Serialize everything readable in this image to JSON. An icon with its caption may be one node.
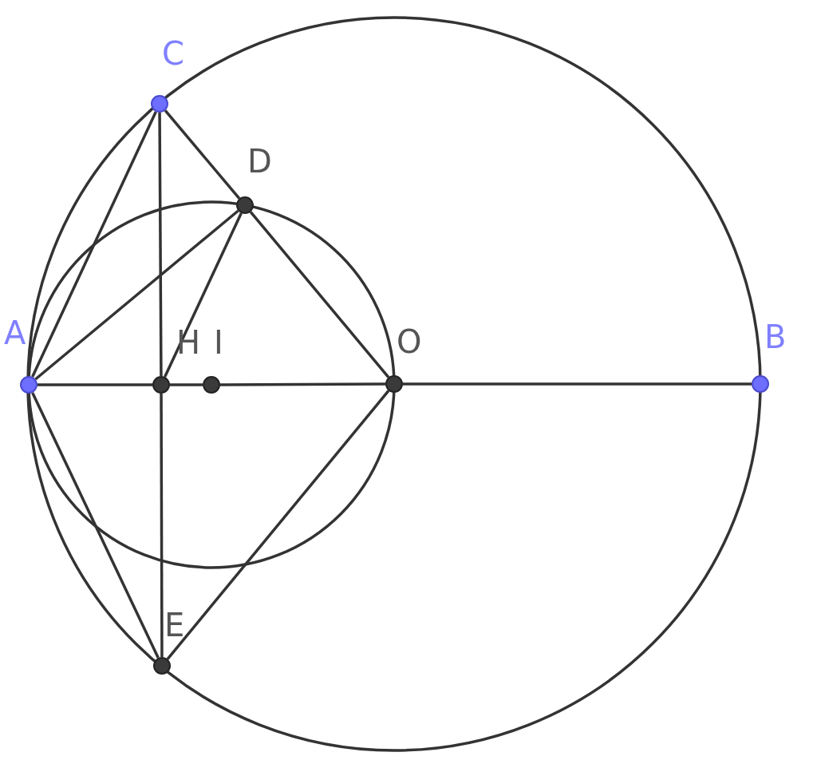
{
  "diagram": {
    "nodes": [
      {
        "text": [
          "A"
        ]
      },
      {
        "text": [
          "B"
        ]
      },
      {
        "text": [
          "C"
        ]
      },
      {
        "text": [
          "D"
        ]
      },
      {
        "text": [
          "H"
        ]
      },
      {
        "text": [
          "I"
        ]
      },
      {
        "text": [
          "O"
        ]
      },
      {
        "text": [
          "E"
        ]
      }
    ],
    "edges": [
      {
        "from": 0,
        "to": 2,
        "arrow": "none"
      },
      {
        "from": 0,
        "to": 3,
        "arrow": "none"
      },
      {
        "from": 2,
        "to": 3,
        "arrow": "none"
      },
      {
        "from": 3,
        "to": 6,
        "arrow": "none"
      },
      {
        "from": 3,
        "to": 4,
        "arrow": "none"
      },
      {
        "from": 2,
        "to": 4,
        "arrow": "none"
      },
      {
        "from": 4,
        "to": 7,
        "arrow": "none"
      },
      {
        "from": 0,
        "to": 4,
        "arrow": "none"
      },
      {
        "from": 4,
        "to": 5,
        "arrow": "none"
      },
      {
        "from": 5,
        "to": 6,
        "arrow": "none"
      },
      {
        "from": 6,
        "to": 1,
        "arrow": "none"
      },
      {
        "from": 0,
        "to": 7,
        "arrow": "none"
      },
      {
        "from": 7,
        "to": 6,
        "arrow": "none"
      }
    ]
  }
}
